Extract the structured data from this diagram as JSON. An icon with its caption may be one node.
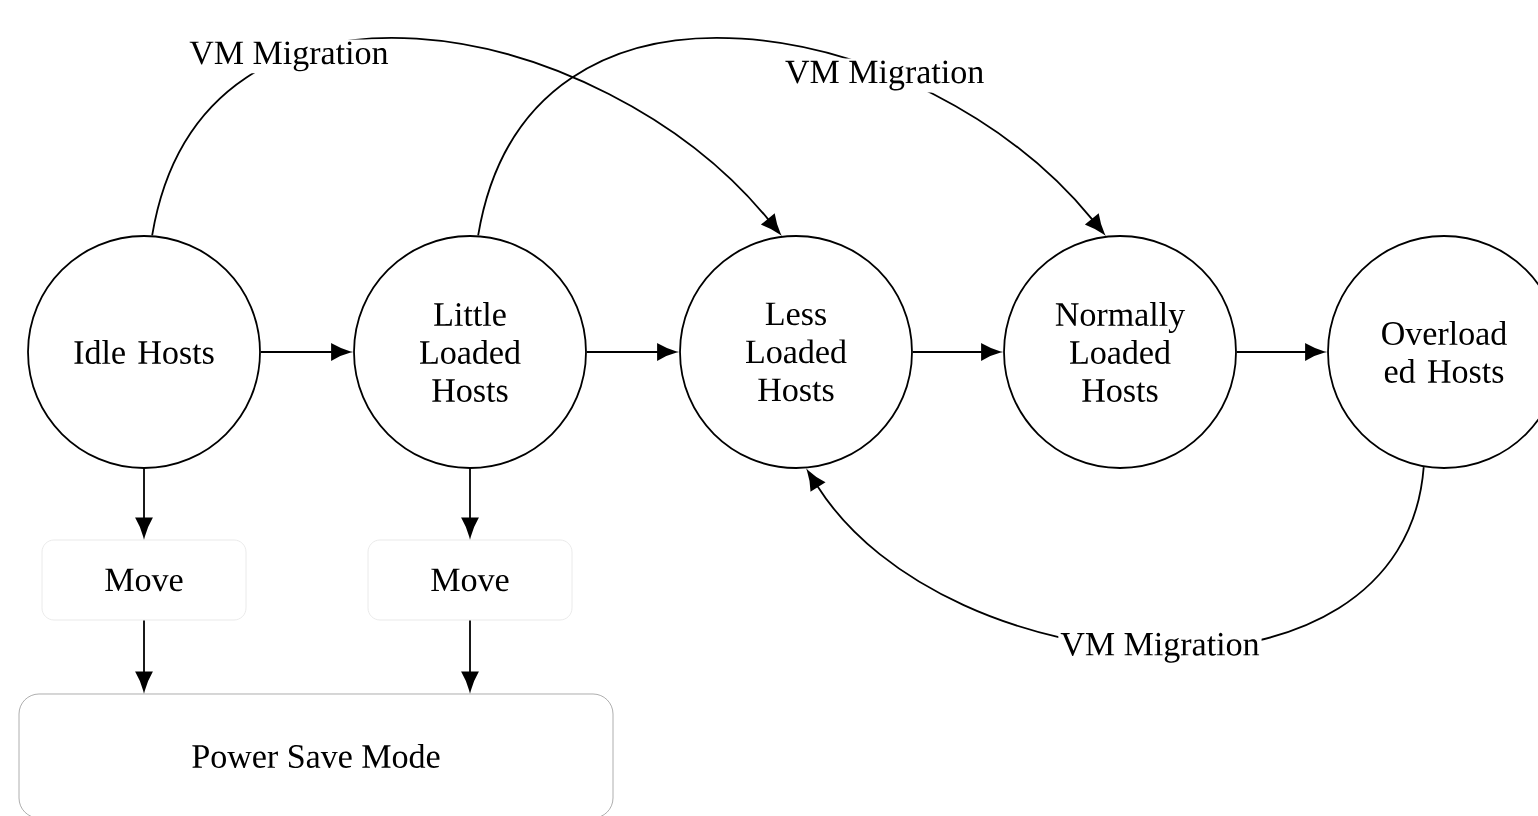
{
  "diagram": {
    "nodes": [
      {
        "text": [
          "Idle Hosts"
        ]
      },
      {
        "text": [
          "Little Loaded Hosts"
        ]
      },
      {
        "text": [
          "Less Loaded Hosts"
        ]
      },
      {
        "text": [
          "Normally Loaded Hosts"
        ]
      },
      {
        "text": [
          "Overload ed Hosts"
        ]
      },
      {
        "text": [
          "Move"
        ]
      },
      {
        "text": [
          "Move"
        ]
      },
      {
        "text": [
          "Power Save Mode"
        ]
      }
    ],
    "edges": [
      {
        "from": 0,
        "to": 1,
        "arrow": "to"
      },
      {
        "from": 1,
        "to": 2,
        "arrow": "to"
      },
      {
        "from": 2,
        "to": 3,
        "arrow": "to"
      },
      {
        "from": 3,
        "to": 4,
        "arrow": "to"
      },
      {
        "from": 0,
        "to": 5,
        "arrow": "to"
      },
      {
        "from": 5,
        "to": 7,
        "arrow": "to"
      },
      {
        "from": 1,
        "to": 6,
        "arrow": "to"
      },
      {
        "from": 6,
        "to": 7,
        "arrow": "to"
      },
      {
        "from": 0,
        "to": 2,
        "arrow": "to",
        "label": "VM Migration"
      },
      {
        "from": 1,
        "to": 3,
        "arrow": "to",
        "label": "VM Migration"
      },
      {
        "from": 4,
        "to": 2,
        "arrow": "to",
        "label": "VM Migration"
      }
    ]
  }
}
